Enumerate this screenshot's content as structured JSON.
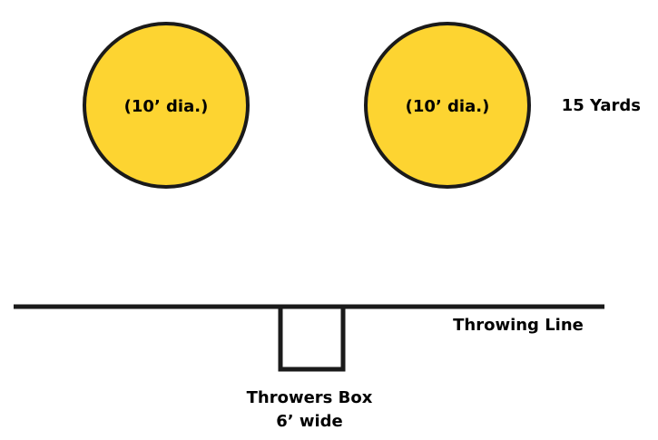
{
  "diagram": {
    "target_left_label": "(10’ dia.)",
    "target_right_label": "(10’ dia.)",
    "distance_label": "15 Yards",
    "throwing_line_label": "Throwing Line",
    "throwers_box_label_line1": "Throwers Box",
    "throwers_box_label_line2": "6’ wide"
  },
  "colors": {
    "target_fill": "#FDD431",
    "stroke": "#1a1a1a",
    "text": "#000000"
  }
}
